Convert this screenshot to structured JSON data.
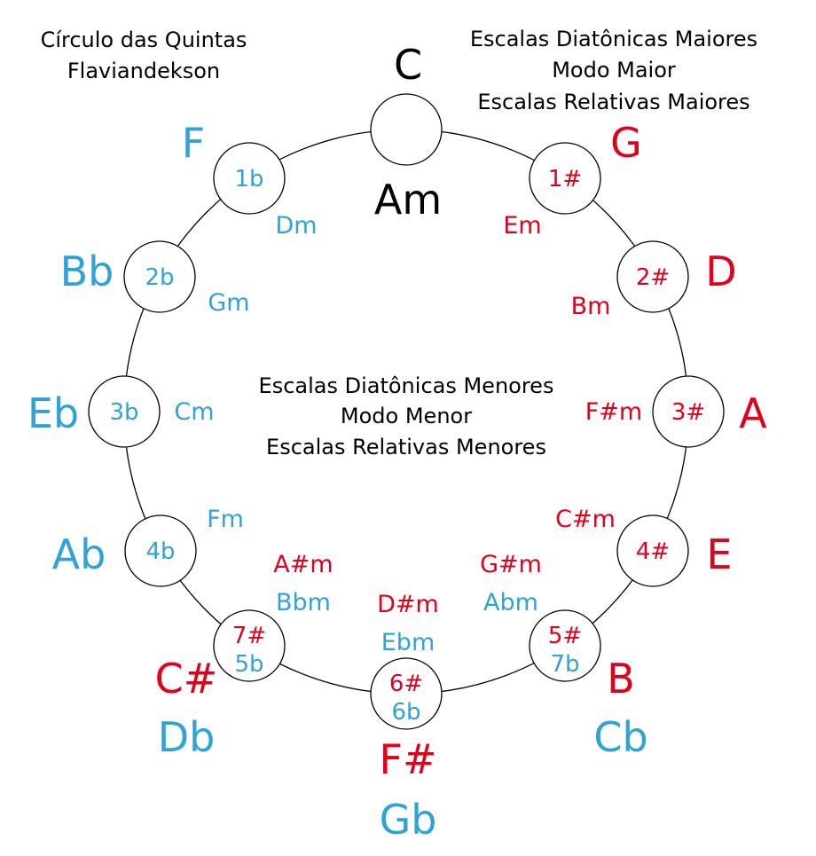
{
  "colors": {
    "black": "#000000",
    "sharp": "#E2001A",
    "flat": "#2FA3D9",
    "line": "#000000"
  },
  "header_left": [
    "Círculo das Quintas",
    "Flaviandekson"
  ],
  "header_right": [
    "Escalas Diatônicas Maiores",
    "Modo Maior",
    "Escalas Relativas Maiores"
  ],
  "center_text": [
    "Escalas Diatônicas Menores",
    "Modo Menor",
    "Escalas Relativas Menores"
  ],
  "keys": [
    {
      "id": "c",
      "signature": [],
      "major": [
        {
          "text": "C",
          "tone": "black"
        }
      ],
      "minor": [
        {
          "text": "Am",
          "tone": "black"
        }
      ]
    },
    {
      "id": "g",
      "signature": [
        {
          "text": "1#",
          "tone": "sharp"
        }
      ],
      "major": [
        {
          "text": "G",
          "tone": "sharp"
        }
      ],
      "minor": [
        {
          "text": "Em",
          "tone": "sharp"
        }
      ]
    },
    {
      "id": "d",
      "signature": [
        {
          "text": "2#",
          "tone": "sharp"
        }
      ],
      "major": [
        {
          "text": "D",
          "tone": "sharp"
        }
      ],
      "minor": [
        {
          "text": "Bm",
          "tone": "sharp"
        }
      ]
    },
    {
      "id": "a",
      "signature": [
        {
          "text": "3#",
          "tone": "sharp"
        }
      ],
      "major": [
        {
          "text": "A",
          "tone": "sharp"
        }
      ],
      "minor": [
        {
          "text": "F#m",
          "tone": "sharp"
        }
      ]
    },
    {
      "id": "e",
      "signature": [
        {
          "text": "4#",
          "tone": "sharp"
        }
      ],
      "major": [
        {
          "text": "E",
          "tone": "sharp"
        }
      ],
      "minor": [
        {
          "text": "C#m",
          "tone": "sharp"
        }
      ]
    },
    {
      "id": "b",
      "signature": [
        {
          "text": "5#",
          "tone": "sharp"
        },
        {
          "text": "7b",
          "tone": "flat"
        }
      ],
      "major": [
        {
          "text": "B",
          "tone": "sharp"
        },
        {
          "text": "Cb",
          "tone": "flat"
        }
      ],
      "minor": [
        {
          "text": "G#m",
          "tone": "sharp"
        },
        {
          "text": "Abm",
          "tone": "flat"
        }
      ]
    },
    {
      "id": "fs",
      "signature": [
        {
          "text": "6#",
          "tone": "sharp"
        },
        {
          "text": "6b",
          "tone": "flat"
        }
      ],
      "major": [
        {
          "text": "F#",
          "tone": "sharp"
        },
        {
          "text": "Gb",
          "tone": "flat"
        }
      ],
      "minor": [
        {
          "text": "D#m",
          "tone": "sharp"
        },
        {
          "text": "Ebm",
          "tone": "flat"
        }
      ]
    },
    {
      "id": "cs",
      "signature": [
        {
          "text": "7#",
          "tone": "sharp"
        },
        {
          "text": "5b",
          "tone": "flat"
        }
      ],
      "major": [
        {
          "text": "C#",
          "tone": "sharp"
        },
        {
          "text": "Db",
          "tone": "flat"
        }
      ],
      "minor": [
        {
          "text": "A#m",
          "tone": "sharp"
        },
        {
          "text": "Bbm",
          "tone": "flat"
        }
      ]
    },
    {
      "id": "ab",
      "signature": [
        {
          "text": "4b",
          "tone": "flat"
        }
      ],
      "major": [
        {
          "text": "Ab",
          "tone": "flat"
        }
      ],
      "minor": [
        {
          "text": "Fm",
          "tone": "flat"
        }
      ]
    },
    {
      "id": "eb",
      "signature": [
        {
          "text": "3b",
          "tone": "flat"
        }
      ],
      "major": [
        {
          "text": "Eb",
          "tone": "flat"
        }
      ],
      "minor": [
        {
          "text": "Cm",
          "tone": "flat"
        }
      ]
    },
    {
      "id": "bb",
      "signature": [
        {
          "text": "2b",
          "tone": "flat"
        }
      ],
      "major": [
        {
          "text": "Bb",
          "tone": "flat"
        }
      ],
      "minor": [
        {
          "text": "Gm",
          "tone": "flat"
        }
      ]
    },
    {
      "id": "f",
      "signature": [
        {
          "text": "1b",
          "tone": "flat"
        }
      ],
      "major": [
        {
          "text": "F",
          "tone": "flat"
        }
      ],
      "minor": [
        {
          "text": "Dm",
          "tone": "flat"
        }
      ]
    }
  ]
}
